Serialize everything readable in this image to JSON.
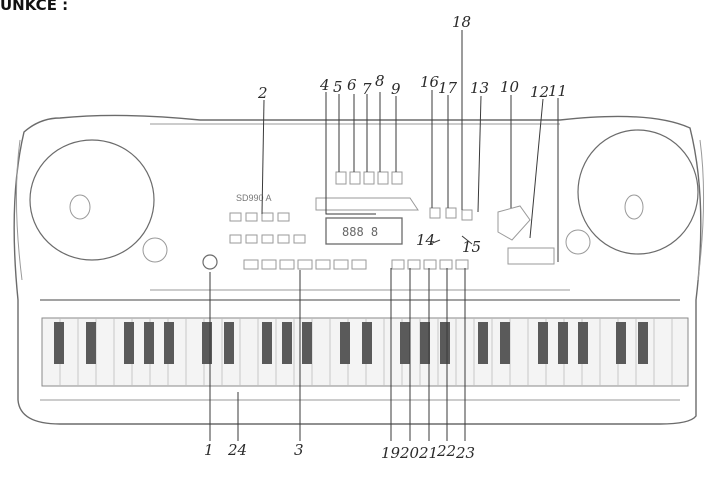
{
  "title": "UNKCE :",
  "model_label": "SD990 A",
  "display_text": "888 8",
  "callouts": [
    "1",
    "2",
    "3",
    "4",
    "5",
    "6",
    "7",
    "8",
    "9",
    "10",
    "11",
    "12",
    "13",
    "14",
    "15",
    "16",
    "17",
    "18",
    "19",
    "20",
    "21",
    "22",
    "23",
    "24"
  ]
}
